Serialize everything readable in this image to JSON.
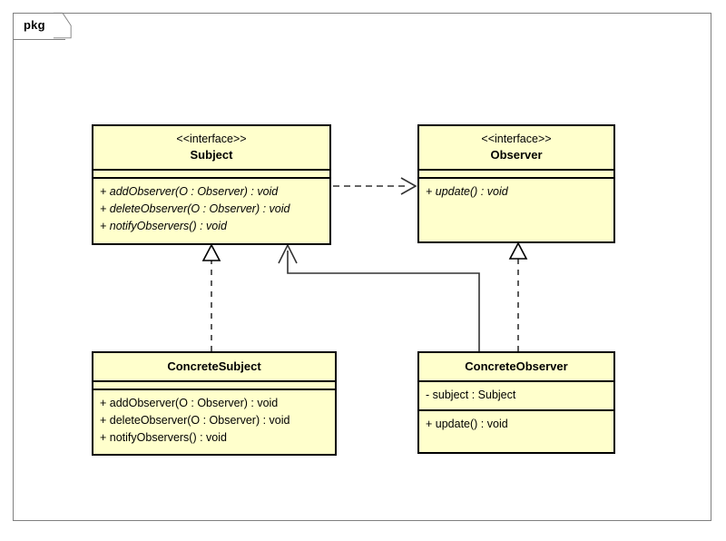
{
  "diagram": {
    "package_label": "pkg",
    "type": "uml-class-diagram",
    "colors": {
      "box_fill": "#ffffcc",
      "box_border": "#000000",
      "frame_border": "#808080",
      "connector": "#333333",
      "background": "#ffffff"
    }
  },
  "classes": {
    "subject": {
      "stereotype": "<<interface>>",
      "name": "Subject",
      "attributes": [],
      "operations": [
        "+ addObserver(O : Observer) : void",
        "+ deleteObserver(O : Observer) : void",
        "+ notifyObservers() : void"
      ]
    },
    "observer": {
      "stereotype": "<<interface>>",
      "name": "Observer",
      "attributes": [],
      "operations": [
        "+ update() : void"
      ]
    },
    "concrete_subject": {
      "stereotype": "",
      "name": "ConcreteSubject",
      "attributes": [],
      "operations": [
        "+ addObserver(O : Observer) : void",
        "+ deleteObserver(O : Observer) : void",
        "+ notifyObservers() : void"
      ]
    },
    "concrete_observer": {
      "stereotype": "",
      "name": "ConcreteObserver",
      "attributes": [
        "- subject : Subject"
      ],
      "operations": [
        "+ update() : void"
      ]
    }
  },
  "relationships": [
    {
      "id": "subject-depends-observer",
      "from": "Subject",
      "to": "Observer",
      "type": "dependency",
      "line": "dashed",
      "arrowhead": "open"
    },
    {
      "id": "concretesubject-realizes-subject",
      "from": "ConcreteSubject",
      "to": "Subject",
      "type": "realization",
      "line": "dashed",
      "arrowhead": "hollow-triangle"
    },
    {
      "id": "concreteobserver-realizes-observer",
      "from": "ConcreteObserver",
      "to": "Observer",
      "type": "realization",
      "line": "dashed",
      "arrowhead": "hollow-triangle"
    },
    {
      "id": "concreteobserver-associates-subject",
      "from": "ConcreteObserver",
      "to": "Subject",
      "type": "association",
      "line": "solid",
      "arrowhead": "open"
    }
  ]
}
